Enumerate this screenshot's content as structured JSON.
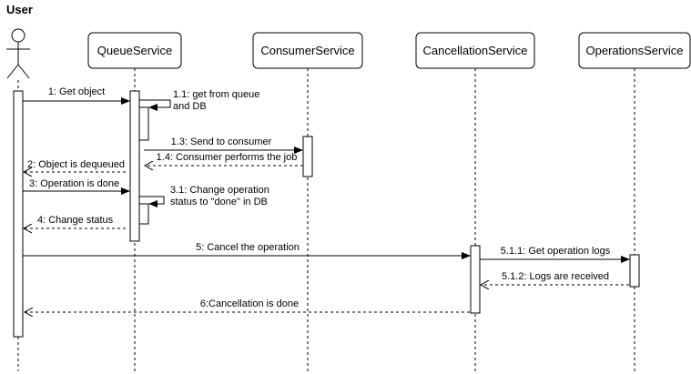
{
  "diagram": {
    "actor_label": "User",
    "participants": [
      {
        "id": "queue",
        "label": "QueueService"
      },
      {
        "id": "consumer",
        "label": "ConsumerService"
      },
      {
        "id": "cancellation",
        "label": "CancellationService"
      },
      {
        "id": "operations",
        "label": "OperationsService"
      }
    ],
    "messages": {
      "m1": "1: Get object",
      "m11_line1": "1.1: get from queue",
      "m11_line2": "and DB",
      "m13": "1.3: Send to consumer",
      "m14": "1.4: Consumer performs the job",
      "m2": "2: Object is dequeued",
      "m3": "3: Operation is done",
      "m31_line1": "3.1: Change operation",
      "m31_line2": "status to \"done\" in DB",
      "m4": "4: Change status",
      "m5": "5: Cancel the operation",
      "m511": "5.1.1: Get operation logs",
      "m512": "5.1.2: Logs are received",
      "m6": "6:Cancellation is done"
    }
  }
}
